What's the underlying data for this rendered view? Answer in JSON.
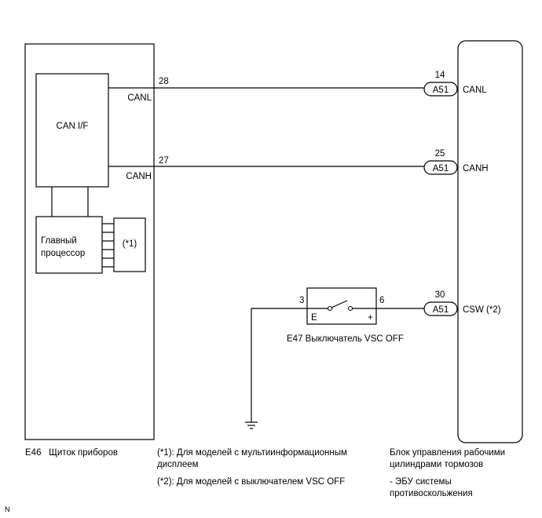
{
  "ecu_left": {
    "code": "E46",
    "name": "Щиток приборов",
    "canif": "CAN I/F",
    "processor_line1": "Главный",
    "processor_line2": "процессор",
    "note_ref": "(*1)",
    "pin_canl": "28",
    "sig_canl": "CANL",
    "pin_canh": "27",
    "sig_canh": "CANH"
  },
  "ecu_right": {
    "name_line1": "Блок управления рабочими",
    "name_line2": "цилиндрами тормозов",
    "name_line3": "- ЭБУ системы",
    "name_line4": "противоскольжения",
    "connector": "A51",
    "pins": [
      {
        "pin": "14",
        "signal": "CANL"
      },
      {
        "pin": "25",
        "signal": "CANH"
      },
      {
        "pin": "30",
        "signal": "CSW (*2)"
      }
    ]
  },
  "switch": {
    "label": "E47  Выключатель VSC OFF",
    "term_e": "E",
    "term_plus": "+",
    "pin_left": "3",
    "pin_right": "6"
  },
  "notes": {
    "n1_line1": "(*1): Для моделей с мультиинформационным",
    "n1_line2": "дисплеем",
    "n2": "(*2): Для моделей с выключателем VSC OFF"
  },
  "corner_mark": "N"
}
